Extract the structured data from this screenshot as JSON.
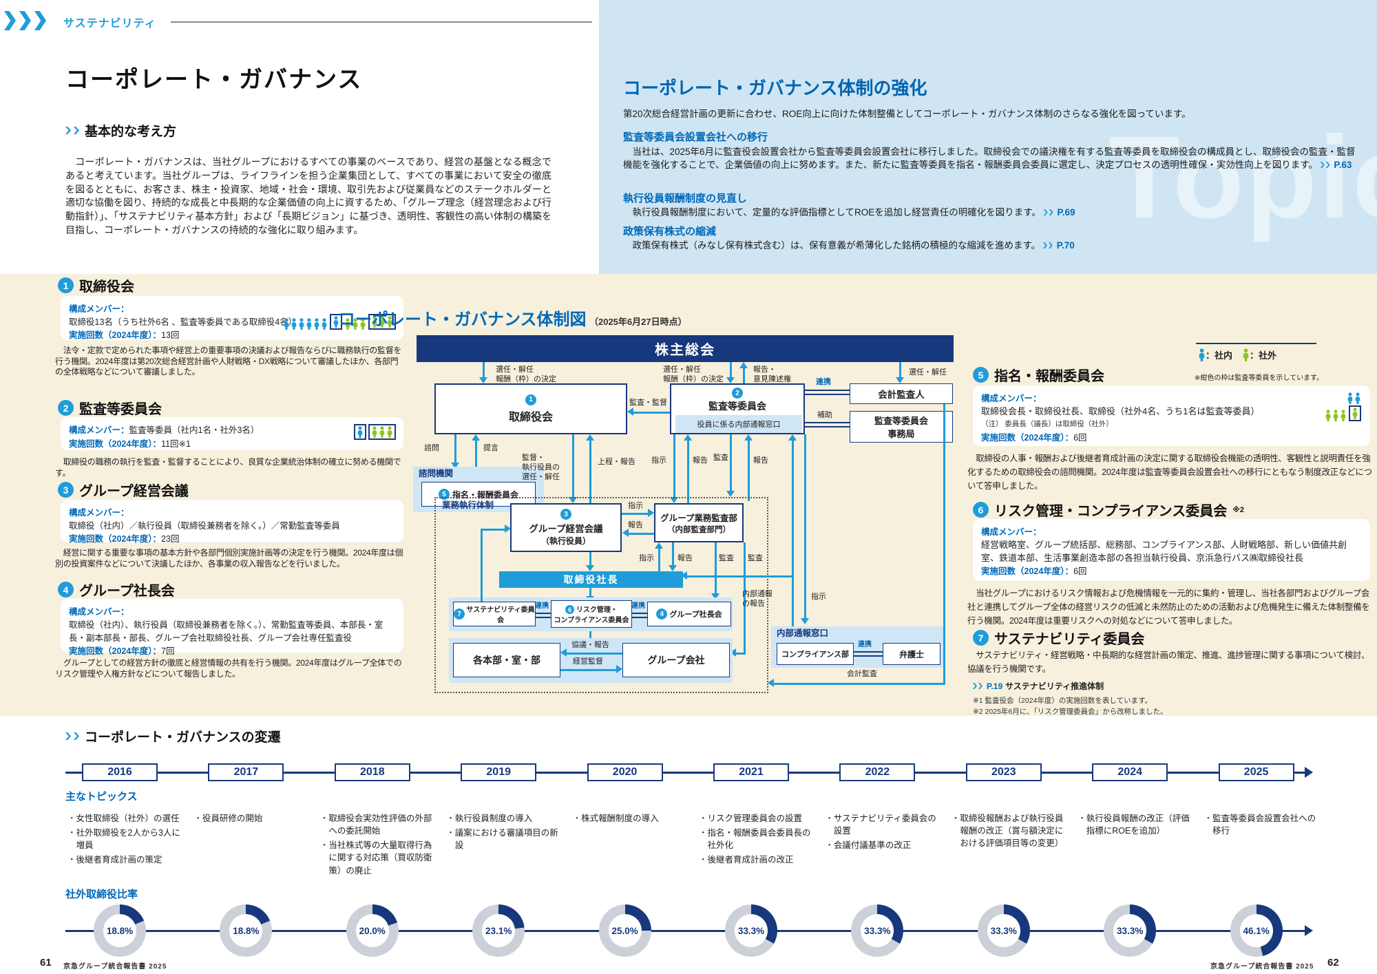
{
  "colors": {
    "accent_blue": "#1f9cd9",
    "navy": "#17387c",
    "heading_blue": "#0068b7",
    "panel_bg": "#cfe5f3",
    "cream": "#f6f0dd",
    "green_outside": "#8fc31f",
    "donut_gray": "#ccd1d9"
  },
  "header": {
    "tag_label": "サステナビリティ"
  },
  "intro": {
    "title": "コーポレート・ガバナンス",
    "section_heading": "基本的な考え方",
    "body": "　コーポレート・ガバナンスは、当社グループにおけるすべての事業のベースであり、経営の基盤となる概念であると考えています。当社グループは、ライフラインを担う企業集団として、すべての事業において安全の徹底を図るとともに、お客さま、株主・投資家、地域・社会・環境、取引先および従業員などのステークホルダーと適切な協働を図り、持続的な成長と中長期的な企業価値の向上に資するため、「グループ理念（経営理念および行動指針）」、「サステナビリティ基本方針」および「長期ビジョン」に基づき、透明性、客観性の高い体制の構築を目指し、コーポレート・ガバナンスの持続的な強化に取り組みます。"
  },
  "topic_panel": {
    "watermark": "Topic",
    "title": "コーポレート・ガバナンス体制の強化",
    "intro": "第20次総合経営計画の更新に合わせ、ROE向上に向けた体制整備としてコーポレート・ガバナンス体制のさらなる強化を図っています。",
    "items": [
      {
        "heading": "監査等委員会設置会社への移行",
        "body": "　当社は、2025年6月に監査役会設置会社から監査等委員会設置会社に移行しました。取締役会での議決権を有する監査等委員を取締役会の構成員とし、取締役会の監査・監督機能を強化することで、企業価値の向上に努めます。また、新たに監査等委員を指名・報酬委員会委員に選定し、決定プロセスの透明性確保・実効性向上を図ります。",
        "page_ref": "P.63"
      },
      {
        "heading": "執行役員報酬制度の見直し",
        "body": "　執行役員報酬制度において、定量的な評価指標としてROEを追加し経営責任の明確化を図ります。",
        "page_ref": "P.69"
      },
      {
        "heading": "政策保有株式の縮減",
        "body": "　政策保有株式（みなし保有株式含む）は、保有意義が希薄化した銘柄の積極的な縮減を進めます。",
        "page_ref": "P.70"
      }
    ]
  },
  "left_sections": [
    {
      "num": "1",
      "title": "取締役会",
      "member_label": "構成メンバー：",
      "members": "取締役13名（うち社外6名 、監査等委員である取締役4名）",
      "count_label": "実施回数（2024年度）：",
      "count": "13回",
      "desc": "　法令・定款で定められた事項や経営上の重要事項の決議および報告ならびに職務執行の監督を行う機関。2024年度は第20次総合経営計画や人財戦略・DX戦略について審議したほか、各部門の全体戦略などについて審議しました。",
      "icons": [
        [
          {
            "t": "in",
            "n": 6
          },
          {
            "t": "in",
            "n": 1,
            "b": true
          },
          {
            "t": "out",
            "n": 3
          },
          {
            "t": "out",
            "n": 3,
            "b": true
          }
        ]
      ]
    },
    {
      "num": "2",
      "title": "監査等委員会",
      "member_label": "構成メンバー：",
      "members": "監査等委員（社内1名・社外3名）",
      "count_label": "実施回数（2024年度）：",
      "count": "11回※1",
      "desc": "　取締役の職務の執行を監査・監督することにより、良質な企業統治体制の確立に努める機関です。",
      "icons": [
        [
          {
            "t": "in",
            "n": 1,
            "b": true
          },
          {
            "t": "out",
            "n": 3,
            "b": true
          }
        ]
      ]
    },
    {
      "num": "3",
      "title": "グループ経営会議",
      "member_label": "構成メンバー：",
      "members": "取締役（社内）／執行役員（取締役兼務者を除く。）／常勤監査等委員",
      "count_label": "実施回数（2024年度）：",
      "count": "23回",
      "desc": "　経営に関する重要な事項の基本方針や各部門個別実施計画等の決定を行う機関。2024年度は個別の投資案件などについて決議したほか、各事業の収入報告などを行いました。",
      "icons": []
    },
    {
      "num": "4",
      "title": "グループ社長会",
      "member_label": "構成メンバー：",
      "members": "取締役（社内）、執行役員（取締役兼務者を除く。）、常勤監査等委員、本部長・室長・副本部長・部長、グループ会社取締役社長、グループ会社専任監査役",
      "count_label": "実施回数（2024年度）：",
      "count": "7回",
      "desc": "　グループとしての経営方針の徹底と経営情報の共有を行う機関。2024年度はグループ全体でのリスク管理や人権方針などについて報告しました。",
      "icons": []
    }
  ],
  "right_sections": [
    {
      "num": "5",
      "title": "指名・報酬委員会",
      "sup": "",
      "member_label": "構成メンバー：",
      "members": "取締役会長・取締役社長、取締役（社外4名、うち1名は監査等委員）",
      "note": "（注） 委員長（議長）は取締役（社外）",
      "count_label": "実施回数（2024年度）：",
      "count": "6回",
      "desc": "　取締役の人事・報酬および後継者育成計画の決定に関する取締役会機能の透明性、客観性と説明責任を強化するための取締役会の諮問機関。2024年度は監査等委員会設置会社への移行にともなう制度改正などについて答申しました。",
      "icons": [
        [
          {
            "t": "in",
            "n": 2
          }
        ],
        [
          {
            "t": "out",
            "n": 3
          },
          {
            "t": "out",
            "n": 1,
            "b": true
          }
        ]
      ]
    },
    {
      "num": "6",
      "title": "リスク管理・コンプライアンス委員会",
      "sup": "※2",
      "member_label": "構成メンバー：",
      "members": "経営戦略室、グループ統括部、総務部、コンプライアンス部、人財戦略部、新しい価値共創室、鉄道本部、生活事業創造本部の各担当執行役員、京浜急行バス㈱取締役社長",
      "count_label": "実施回数（2024年度）：",
      "count": "6回",
      "desc": "　当社グループにおけるリスク情報および危機情報を一元的に集約・管理し、当社各部門およびグループ会社と連携してグループ全体の経営リスクの低減と未然防止のための活動および危機発生に備えた体制整備を行う機関。2024年度は重要リスクへの対処などについて答申しました。"
    },
    {
      "num": "7",
      "title": "サステナビリティ委員会",
      "desc": "　サステナビリティ・経営戦略・中長期的な経営計画の策定、推進、進捗管理に関する事項について検討、協議を行う機関です。",
      "link_page": "P.19",
      "link_text": "サステナビリティ推進体制"
    }
  ],
  "legend": {
    "inside": "：社内",
    "outside": "：社外",
    "note": "※紺色の枠は監査等委員を示しています。"
  },
  "footnotes": [
    "※1 監査役会（2024年度）の実施回数を表しています。",
    "※2 2025年6月に、「リスク管理委員会」から改称しました。"
  ],
  "diagram": {
    "title": "コーポレート・ガバナンス体制図",
    "title_note": "（2025年6月27日時点）",
    "nodes": {
      "shareholders": "株主総会",
      "board": "取締役会",
      "audit_committee": "監査等委員会",
      "audit_hotline": "役員に係る内部通報窓口",
      "accounting_auditor": "会計監査人",
      "audit_secretariat_1": "監査等委員会",
      "audit_secretariat_2": "事務局",
      "advisory_label": "諮問機関",
      "nomination": "指名・報酬委員会",
      "exec_label": "業務執行体制",
      "group_mgmt": "グループ経営会議",
      "group_mgmt_sub": "（執行役員）",
      "audit_dept": "グループ業務監査部",
      "audit_dept_sub": "（内部監査部門）",
      "president": "取締役社長",
      "sustainability": "サステナビリティ委員会",
      "risk_1": "リスク管理・",
      "risk_2": "コンプライアンス委員会",
      "presidents_council": "グループ社長会",
      "depts": "各本部・室・部",
      "group_companies": "グループ会社",
      "hotline_label": "内部通報窓口",
      "compliance": "コンプライアンス部",
      "lawyer": "弁護士"
    },
    "edges": {
      "appoint": "選任・解任",
      "remun": "報酬（枠）の決定",
      "report1": "報告・",
      "report2": "意見陳述権",
      "audit_supervise": "監査・監督",
      "renkei": "連携",
      "hojo": "補助",
      "shimon": "諮問",
      "teigen": "提言",
      "sup1": "監督・",
      "sup2": "執行役員の",
      "sup3": "選任・解任",
      "agenda": "上程・報告",
      "shiji": "指示",
      "hokoku": "報告",
      "kansa": "監査",
      "naibu1": "内部通報",
      "naibu2": "の報告",
      "kyogi": "協議・報告",
      "keiei": "経営監督",
      "kaikei": "会計監査"
    }
  },
  "timeline": {
    "heading": "コーポレート・ガバナンスの変遷",
    "topics_label": "主なトピックス",
    "ratio_label": "社外取締役比率",
    "years": [
      {
        "year": "2016",
        "topics": [
          "女性取締役（社外）の選任",
          "社外取締役を2人から3人に増員",
          "後継者育成計画の策定"
        ],
        "ratio": 18.8,
        "ratio_text": "18.8%"
      },
      {
        "year": "2017",
        "topics": [
          "役員研修の開始"
        ],
        "ratio": 18.8,
        "ratio_text": "18.8%"
      },
      {
        "year": "2018",
        "topics": [
          "取締役会実効性評価の外部への委託開始",
          "当社株式等の大量取得行為に関する対応策（買収防衛策）の廃止"
        ],
        "ratio": 20.0,
        "ratio_text": "20.0%"
      },
      {
        "year": "2019",
        "topics": [
          "執行役員制度の導入",
          "議案における審議項目の新設"
        ],
        "ratio": 23.1,
        "ratio_text": "23.1%"
      },
      {
        "year": "2020",
        "topics": [
          "株式報酬制度の導入"
        ],
        "ratio": 25.0,
        "ratio_text": "25.0%"
      },
      {
        "year": "2021",
        "topics": [
          "リスク管理委員会の設置",
          "指名・報酬委員会委員長の社外化",
          "後継者育成計画の改正"
        ],
        "ratio": 33.3,
        "ratio_text": "33.3%"
      },
      {
        "year": "2022",
        "topics": [
          "サステナビリティ委員会の設置",
          "会議付議基準の改正"
        ],
        "ratio": 33.3,
        "ratio_text": "33.3%"
      },
      {
        "year": "2023",
        "topics": [
          "取締役報酬および執行役員報酬の改正（賞与額決定における評価項目等の変更）"
        ],
        "ratio": 33.3,
        "ratio_text": "33.3%"
      },
      {
        "year": "2024",
        "topics": [
          "執行役員報酬の改正（評価指標にROEを追加）"
        ],
        "ratio": 33.3,
        "ratio_text": "33.3%"
      },
      {
        "year": "2025",
        "topics": [
          "監査等委員会設置会社への移行"
        ],
        "ratio": 46.1,
        "ratio_text": "46.1%"
      }
    ]
  },
  "footer": {
    "page_left": "61",
    "page_right": "62",
    "booklet": "京急グループ統合報告書 2025"
  }
}
